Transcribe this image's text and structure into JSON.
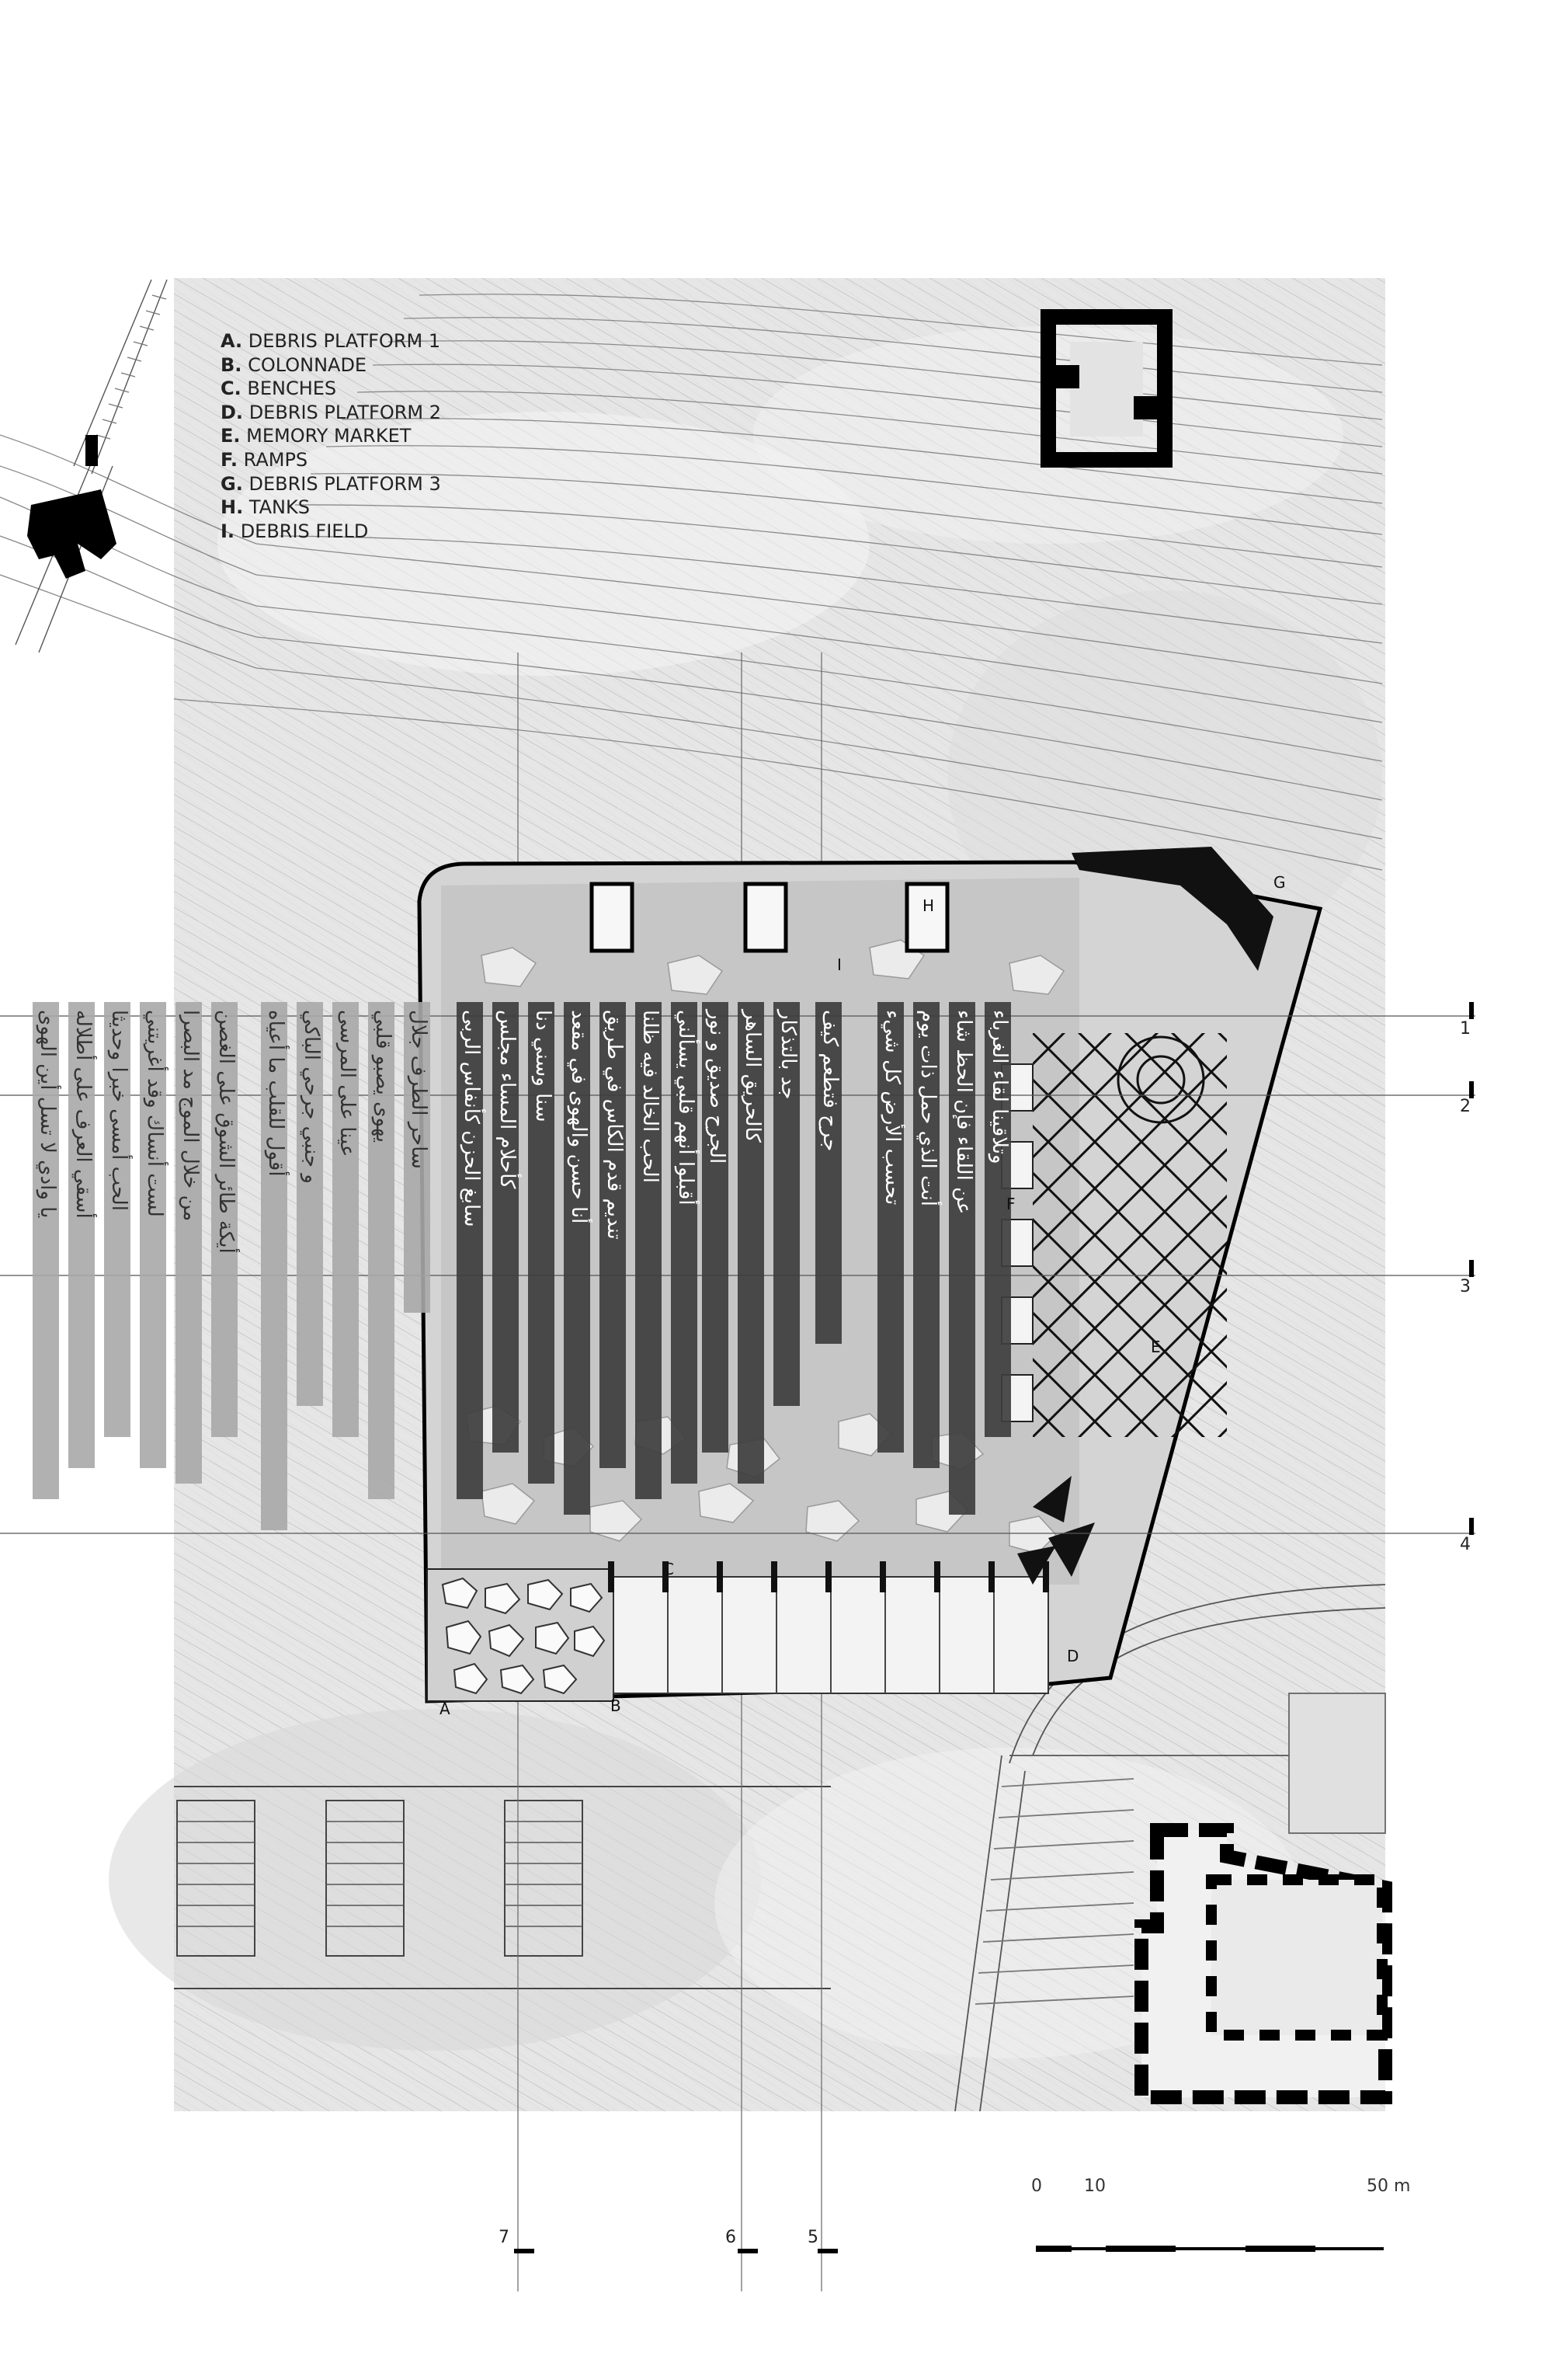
{
  "legend": [
    {
      "key": "A.",
      "label": "DEBRIS PLATFORM 1"
    },
    {
      "key": "B.",
      "label": "COLONNADE"
    },
    {
      "key": "C.",
      "label": "BENCHES"
    },
    {
      "key": "D.",
      "label": "DEBRIS PLATFORM 2"
    },
    {
      "key": "E.",
      "label": "MEMORY MARKET"
    },
    {
      "key": "F.",
      "label": "RAMPS"
    },
    {
      "key": "G.",
      "label": "DEBRIS PLATFORM 3"
    },
    {
      "key": "H.",
      "label": "TANKS"
    },
    {
      "key": "I.",
      "label": "DEBRIS FIELD"
    }
  ],
  "plan_labels": {
    "A": "A",
    "B": "B",
    "C": "C",
    "D": "D",
    "E": "E",
    "F": "F",
    "G": "G",
    "H": "H",
    "I": "I"
  },
  "sections": {
    "s1": "1",
    "s2": "2",
    "s3": "3",
    "s4": "4",
    "s5": "5",
    "s6": "6",
    "s7": "7"
  },
  "scale": {
    "zero": "0",
    "ten": "10",
    "fifty": "50 m"
  },
  "poem": {
    "left": [
      "يا وادي لا تسل أين الهوى",
      "أسقي العرف على أطلاله",
      "الحب أمسى خبرا وحديثا",
      "لست أنساك وقد أغريتني",
      "من خلال الموج مد البصرا",
      "أيكة طائر الشوق على الغصن",
      "أقول للقلب ما أعياه",
      "و جنبي جرحي الباكي",
      "عينا على المرسى",
      "يهوى يصبو قلبي",
      "ساحر الطرف جلال"
    ],
    "right": [
      "سابغ الحزن كأنفاس الربى",
      "كأحلام المساء مجلس",
      "سنا وسني دنا",
      "أنا حسن والهوى في مقعد",
      "تنديم قدم الكاس في طريق",
      "الحب الخالد فيه ظلنا",
      "أقبلوا أنهم قلبي يسألني",
      "الجرح صديق و نور",
      "كالحريق الساهر",
      "جد بالتذكار",
      "جرح فتطعم كيف",
      "تحسب الأرض كل شيء",
      "أنت الذي حمل ذات يوم",
      "عن اللقاء فإن الحظ شاء",
      "وتلاقينا لقاء الغرباء"
    ]
  }
}
